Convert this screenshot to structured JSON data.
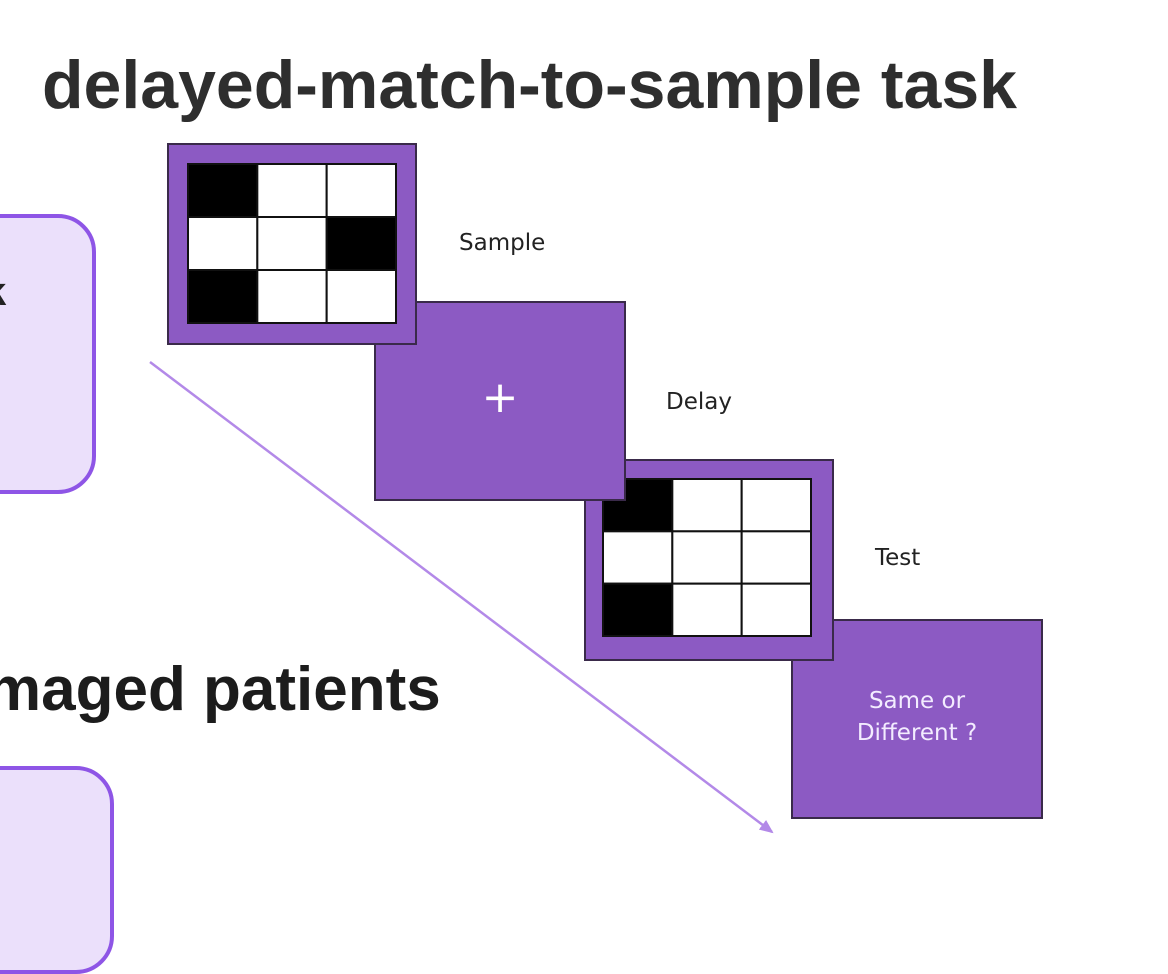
{
  "title": "delayed-match-to-sample task",
  "subtitle_fragment": "maged patients",
  "card_fragment": "k",
  "stages": {
    "sample_label": "Sample",
    "delay_label": "Delay",
    "test_label": "Test",
    "delay_symbol": "+",
    "response_line1": "Same or",
    "response_line2": "Different ?"
  },
  "sample_grid": [
    [
      1,
      0,
      0
    ],
    [
      0,
      0,
      1
    ],
    [
      1,
      0,
      0
    ]
  ],
  "test_grid": [
    [
      1,
      0,
      0
    ],
    [
      0,
      0,
      0
    ],
    [
      1,
      0,
      0
    ]
  ],
  "colors": {
    "panel": "#8c5ac3",
    "frame_border": "#3a2a4a",
    "arrow": "#b389e8",
    "card_fill": "#ebe0fb",
    "card_border": "#8e55e6"
  }
}
